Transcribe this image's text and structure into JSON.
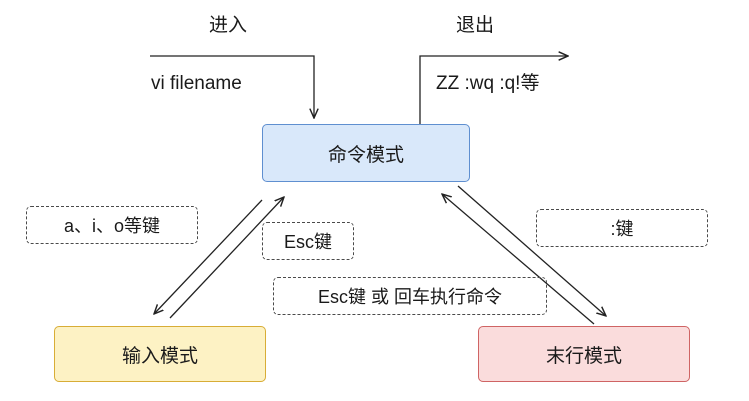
{
  "header": {
    "enter": "进入",
    "exit": "退出"
  },
  "edges": {
    "enter_command": "vi filename",
    "exit_command": "ZZ :wq :q!等"
  },
  "modes": {
    "command": "命令模式",
    "insert": "输入模式",
    "last_line": "末行模式"
  },
  "notes": {
    "to_insert": "a、i、o等键",
    "insert_to_command": "Esc键",
    "last_line_to_command": "Esc键 或 回车执行命令",
    "to_last_line": ":键"
  }
}
